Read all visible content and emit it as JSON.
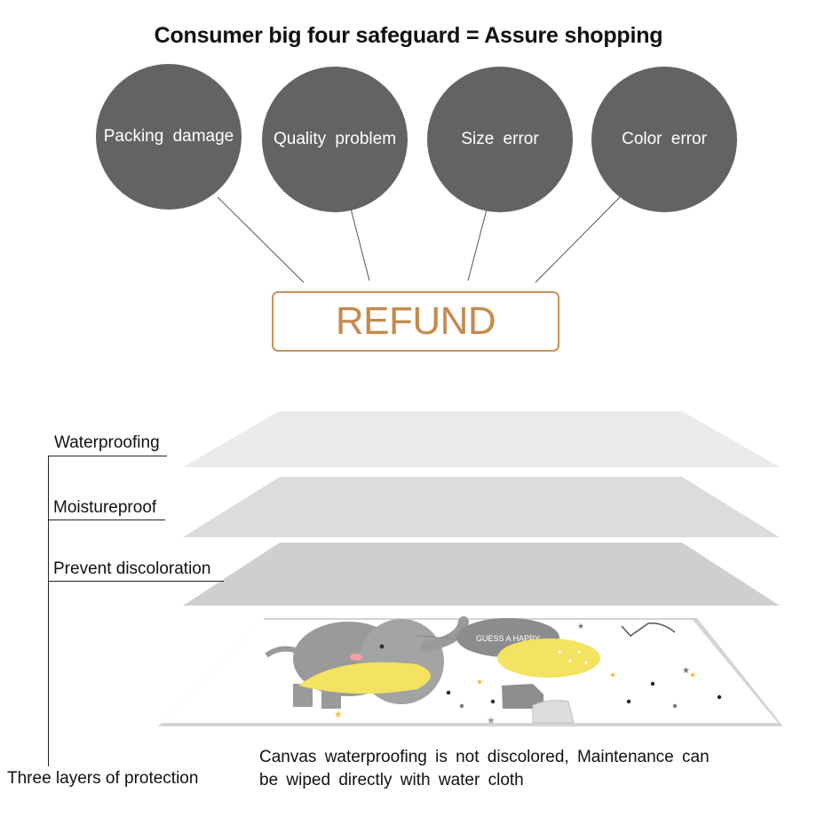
{
  "title": "Consumer big four safeguard = Assure shopping",
  "circles": [
    "Packing damage",
    "Quality problem",
    "Size error",
    "Color error"
  ],
  "refund_label": "REFUND",
  "layer_labels": [
    "Waterproofing",
    "Moistureproof",
    "Prevent discoloration"
  ],
  "bottom_label": "Three layers of protection",
  "caption": "Canvas waterproofing is not discolored, Maintenance can be wiped directly with water cloth",
  "balloon_text": "GUESS A HAPPY",
  "colors": {
    "circle": "#636363",
    "refund_accent": "#c48a4f",
    "layer_1": "#ebebeb",
    "layer_2": "#dcdcdc",
    "layer_3": "#cfcfcf",
    "yellow": "#f3e360"
  }
}
